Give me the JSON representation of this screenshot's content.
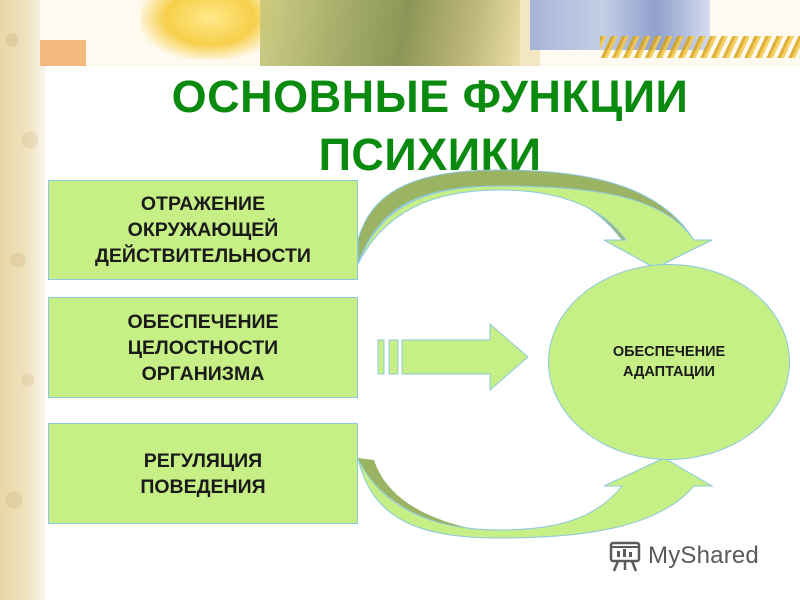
{
  "title": {
    "line1": "ОСНОВНЫЕ ФУНКЦИИ",
    "line2": "ПСИХИКИ"
  },
  "functions": [
    {
      "line1": "ОТРАЖЕНИЕ",
      "line2": "ОКРУЖАЮЩЕЙ",
      "line3": "ДЕЙСТВИТЕЛЬНОСТИ"
    },
    {
      "line1": "ОБЕСПЕЧЕНИЕ",
      "line2": "ЦЕЛОСТНОСТИ",
      "line3": "ОРГАНИЗМА"
    },
    {
      "line1": "РЕГУЛЯЦИЯ",
      "line2": "ПОВЕДЕНИЯ"
    }
  ],
  "target": {
    "line1": "ОБЕСПЕЧЕНИЕ",
    "line2": "АДАПТАЦИИ"
  },
  "brand": {
    "text": "MyShared",
    "icon": "presentation-board-icon"
  },
  "colors": {
    "title": "#0b8a10",
    "box_fill": "#c6ef86",
    "box_border": "#8dc8e0",
    "arrow_fill": "#c6ef86",
    "arrow_shadow": "#9ab464"
  }
}
